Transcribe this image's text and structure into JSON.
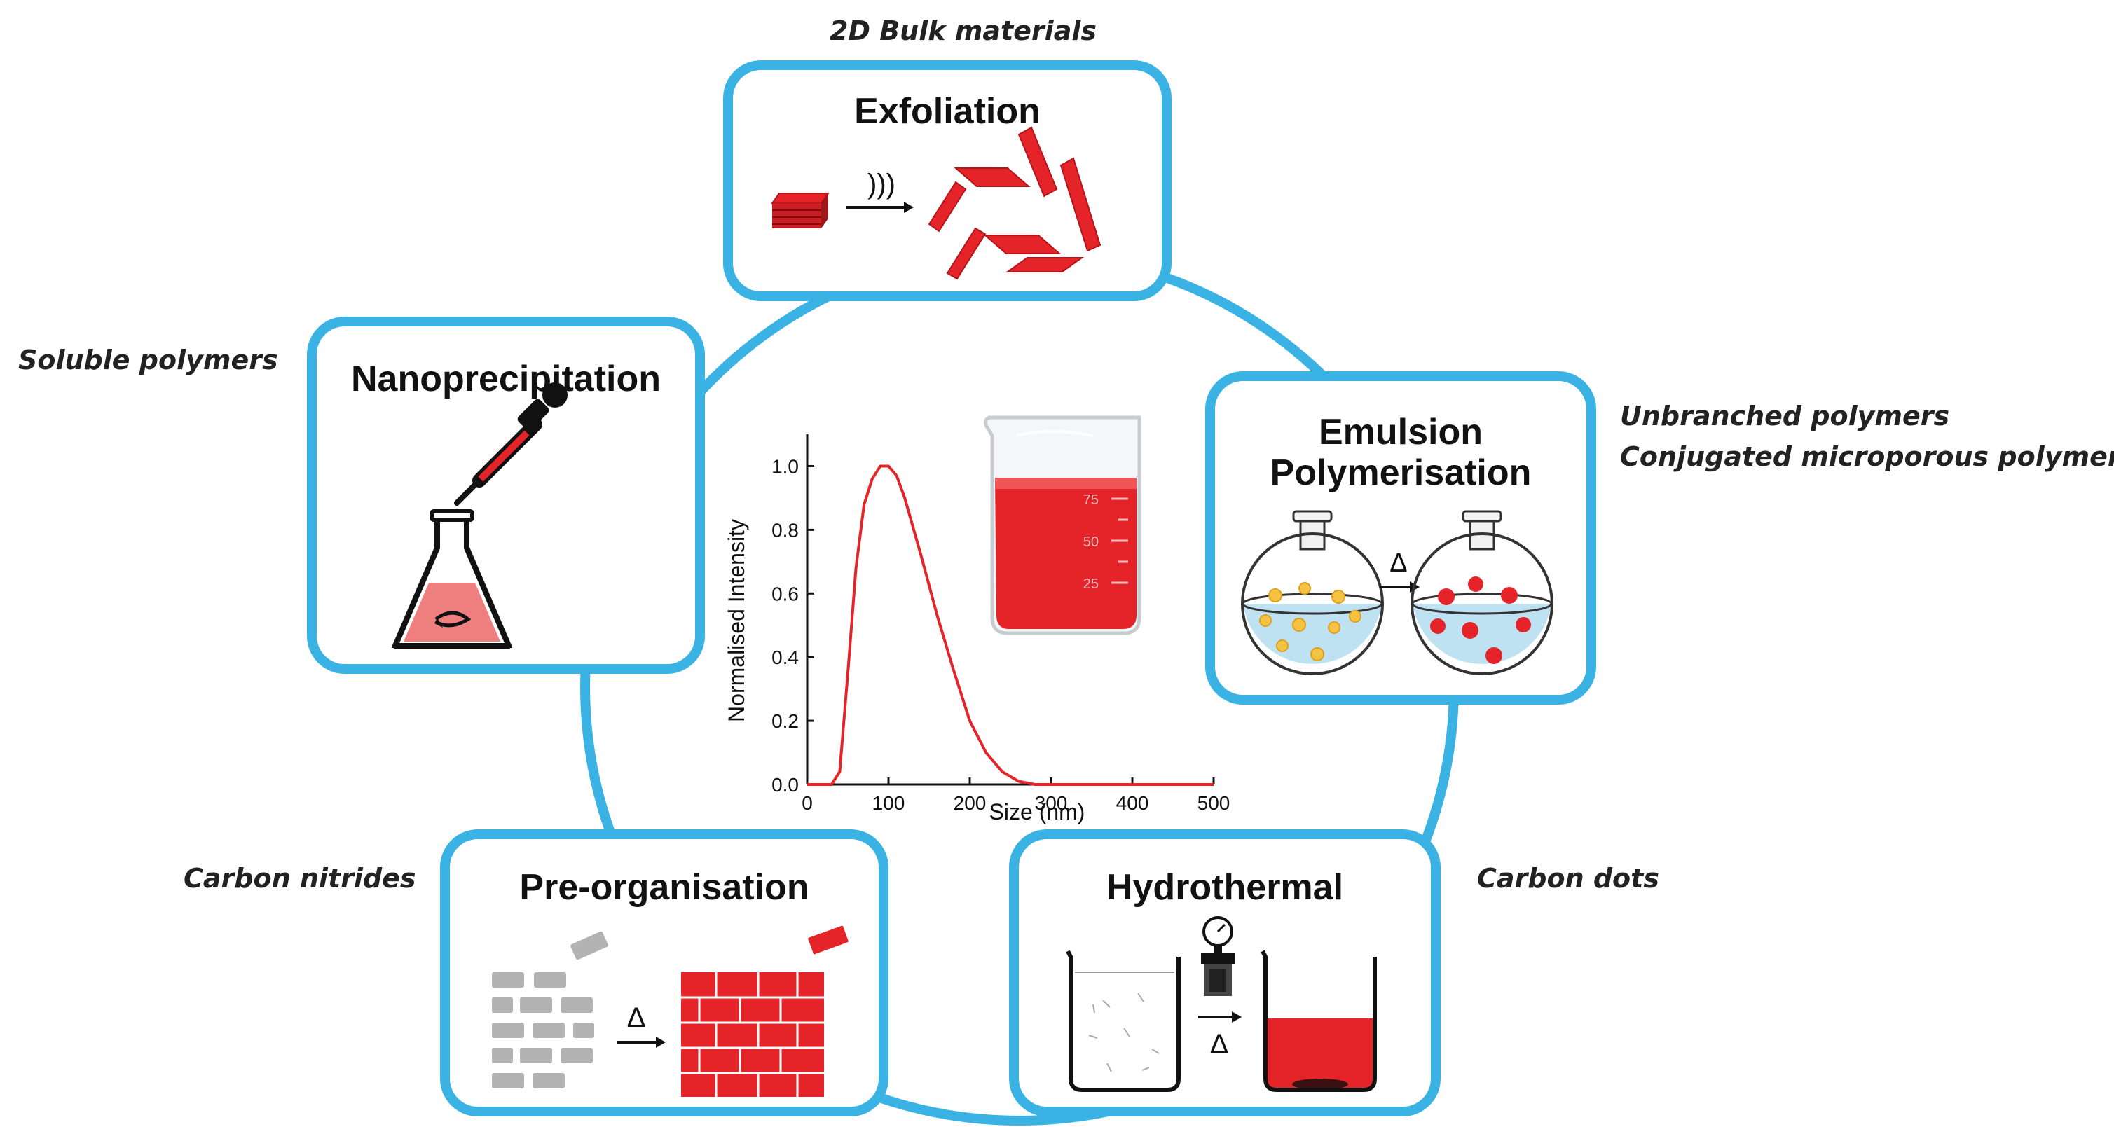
{
  "source_labels": {
    "top": "2D Bulk materials",
    "left": "Soluble polymers",
    "right_1": "Unbranched polymers",
    "right_2": "Conjugated microporous polymers",
    "bottom_left": "Carbon nitrides",
    "bottom_right": "Carbon dots"
  },
  "methods": {
    "exfoliation": "Exfoliation",
    "nanoprecipitation": "Nanoprecipitation",
    "emulsion_1": "Emulsion",
    "emulsion_2": "Polymerisation",
    "preorganisation": "Pre-organisation",
    "hydrothermal": "Hydrothermal"
  },
  "symbols": {
    "heat": "Δ",
    "sonication": ")))"
  },
  "beaker_marks": [
    "75",
    "50",
    "25"
  ],
  "colors": {
    "ring": "#3bb2e4",
    "accent_red": "#e5242a",
    "flask_fill": "#ef7f7f"
  },
  "chart_data": {
    "type": "line",
    "xlabel": "Size (nm)",
    "ylabel": "Normalised Intensity",
    "xlim": [
      0,
      500
    ],
    "ylim": [
      0,
      1.1
    ],
    "x_ticks": [
      0,
      100,
      200,
      300,
      400,
      500
    ],
    "y_ticks": [
      "0.0",
      "0.2",
      "0.4",
      "0.6",
      "0.8",
      "1.0"
    ],
    "series": [
      {
        "color": "#e5242a",
        "x": [
          0,
          30,
          40,
          50,
          60,
          70,
          80,
          90,
          100,
          110,
          120,
          140,
          160,
          180,
          200,
          220,
          240,
          260,
          280,
          300,
          500
        ],
        "y": [
          0,
          0,
          0.04,
          0.35,
          0.68,
          0.88,
          0.96,
          1.0,
          1.0,
          0.97,
          0.9,
          0.72,
          0.53,
          0.36,
          0.2,
          0.1,
          0.04,
          0.01,
          0,
          0,
          0
        ]
      }
    ]
  }
}
